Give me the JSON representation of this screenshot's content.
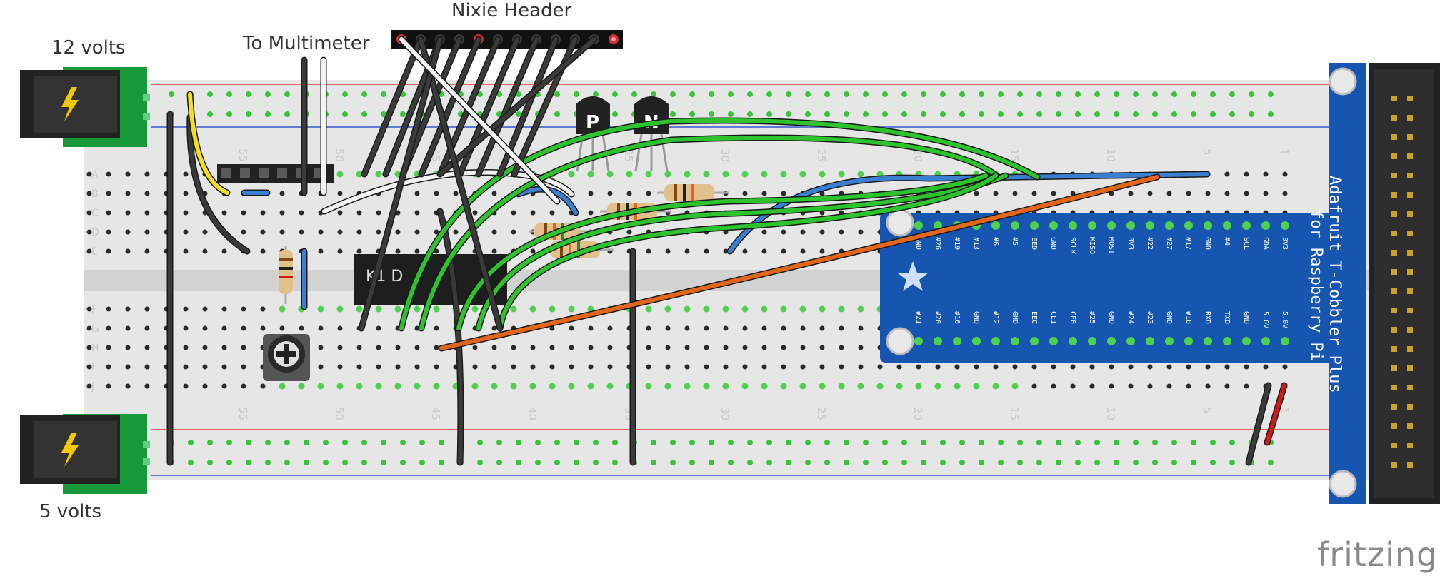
{
  "labels": {
    "nixie_header": "Nixie Header",
    "to_multimeter": "To Multimeter",
    "twelve_volts": "12 volts",
    "five_volts": "5 volts",
    "cobbler_line1": "Adafruit T-Cobbler Plus",
    "cobbler_line2": "for Raspberry Pi",
    "chip_label": "K1 D",
    "transistor_p": "P",
    "transistor_n": "N",
    "watermark": "fritzing"
  },
  "breadboard": {
    "column_numbers": [
      "55",
      "50",
      "45",
      "40",
      "35",
      "30",
      "25",
      "20",
      "15",
      "10",
      "5",
      "1"
    ],
    "row_letters_top": [
      "A",
      "B",
      "C",
      "D",
      "E"
    ],
    "row_letters_bottom": [
      "F",
      "G",
      "H",
      "I",
      "J"
    ]
  },
  "cobbler_pins_top": [
    "GND",
    "#26",
    "#19",
    "#13",
    "#6",
    "#5",
    "EED",
    "GND",
    "SCLK",
    "MISO",
    "MOSI",
    "3V3",
    "#22",
    "#27",
    "#17",
    "GND",
    "#4",
    "SCL",
    "SDA",
    "3V3"
  ],
  "cobbler_pins_bottom": [
    "#21",
    "#20",
    "#16",
    "GND",
    "#12",
    "GND",
    "EEC",
    "CE1",
    "CE0",
    "#25",
    "GND",
    "#24",
    "#23",
    "GND",
    "#18",
    "RXD",
    "TXD",
    "GND",
    "5.0V",
    "5.0V"
  ],
  "colors": {
    "board": "#e6e6e6",
    "cobbler_blue": "#1656b0",
    "wire_green": "#2ec22e",
    "wire_black": "#222222",
    "wire_blue": "#3a7fd0",
    "wire_orange": "#e2661c",
    "wire_red": "#d01a1a",
    "wire_yellow": "#f0e020",
    "wire_white": "#f4f4f4",
    "jack_green": "#169a3a"
  }
}
